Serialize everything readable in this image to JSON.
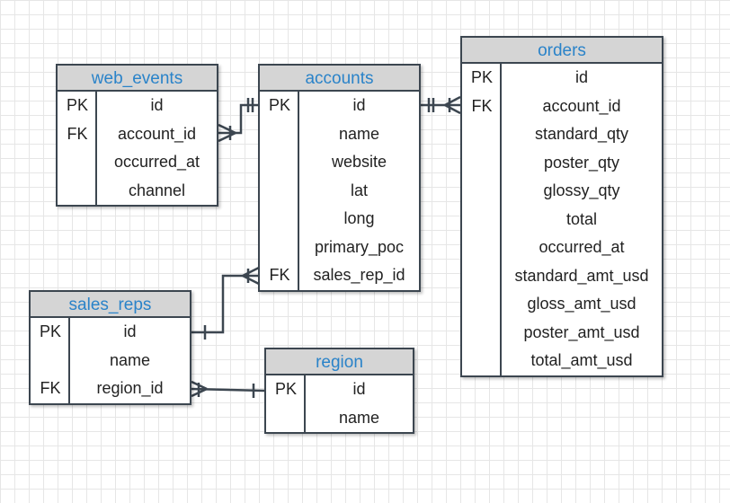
{
  "entities": {
    "web_events": {
      "title": "web_events",
      "rows": [
        {
          "key": "PK",
          "field": "id"
        },
        {
          "key": "FK",
          "field": "account_id"
        },
        {
          "key": "",
          "field": "occurred_at"
        },
        {
          "key": "",
          "field": "channel"
        }
      ]
    },
    "accounts": {
      "title": "accounts",
      "rows": [
        {
          "key": "PK",
          "field": "id"
        },
        {
          "key": "",
          "field": "name"
        },
        {
          "key": "",
          "field": "website"
        },
        {
          "key": "",
          "field": "lat"
        },
        {
          "key": "",
          "field": "long"
        },
        {
          "key": "",
          "field": "primary_poc"
        },
        {
          "key": "FK",
          "field": "sales_rep_id"
        }
      ]
    },
    "orders": {
      "title": "orders",
      "rows": [
        {
          "key": "PK",
          "field": "id"
        },
        {
          "key": "FK",
          "field": "account_id"
        },
        {
          "key": "",
          "field": "standard_qty"
        },
        {
          "key": "",
          "field": "poster_qty"
        },
        {
          "key": "",
          "field": "glossy_qty"
        },
        {
          "key": "",
          "field": "total"
        },
        {
          "key": "",
          "field": "occurred_at"
        },
        {
          "key": "",
          "field": "standard_amt_usd"
        },
        {
          "key": "",
          "field": "gloss_amt_usd"
        },
        {
          "key": "",
          "field": "poster_amt_usd"
        },
        {
          "key": "",
          "field": "total_amt_usd"
        }
      ]
    },
    "sales_reps": {
      "title": "sales_reps",
      "rows": [
        {
          "key": "PK",
          "field": "id"
        },
        {
          "key": "",
          "field": "name"
        },
        {
          "key": "FK",
          "field": "region_id"
        }
      ]
    },
    "region": {
      "title": "region",
      "rows": [
        {
          "key": "PK",
          "field": "id"
        },
        {
          "key": "",
          "field": "name"
        }
      ]
    }
  },
  "relationships": [
    {
      "from": "accounts.id",
      "to": "web_events.account_id",
      "type": "one-to-many"
    },
    {
      "from": "accounts.id",
      "to": "orders.account_id",
      "type": "one-to-many"
    },
    {
      "from": "sales_reps.id",
      "to": "accounts.sales_rep_id",
      "type": "one-to-many"
    },
    {
      "from": "region.id",
      "to": "sales_reps.region_id",
      "type": "one-to-many"
    }
  ],
  "colors": {
    "header_bg": "#d5d5d5",
    "header_text": "#2a83c9",
    "border": "#3c4650",
    "connector": "#3c4650"
  }
}
